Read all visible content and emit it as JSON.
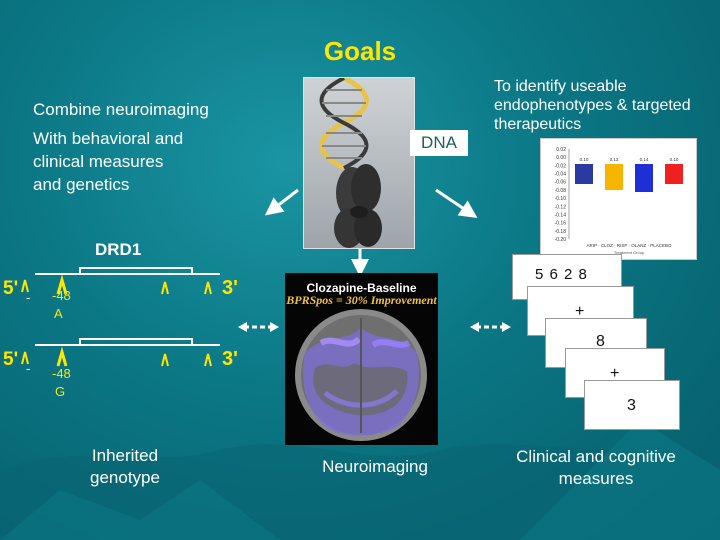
{
  "title": "Goals",
  "left_text": {
    "line1": "Combine neuroimaging",
    "line2": "With behavioral and",
    "line3": "clinical measures",
    "line4": "and genetics"
  },
  "dna_label": "DNA",
  "right_text": {
    "line1": "To identify useable",
    "line2": "endophenotypes & targeted",
    "line3": "therapeutics"
  },
  "gene": {
    "name": "DRD1",
    "allele1": {
      "five_prime": "5'",
      "dash": "-",
      "position": "-48",
      "base": "A",
      "three_prime": "3'"
    },
    "allele2": {
      "five_prime": "5'",
      "dash": "-",
      "position": "-48",
      "base": "G",
      "three_prime": "3'"
    }
  },
  "brain": {
    "title": "Clozapine-Baseline",
    "subtitle": "BPRSpos = 30% Improvement"
  },
  "cards": {
    "card1": "5 6 2 8",
    "card2": "+",
    "card3": "8",
    "card4": "+",
    "card5": "3"
  },
  "mini_chart": {
    "y_ticks": [
      "0.02",
      "0.00",
      "-0.02",
      "-0.04",
      "-0.06",
      "-0.08",
      "-0.10",
      "-0.12",
      "-0.14",
      "-0.16",
      "-0.18",
      "-0.20"
    ],
    "bars": [
      {
        "label": "0.10",
        "value": 0.1,
        "color": "#2a3aa0"
      },
      {
        "label": "0.13",
        "value": 0.13,
        "color": "#f7b500"
      },
      {
        "label": "0.14",
        "value": 0.14,
        "color": "#1f2fd6"
      },
      {
        "label": "0.10",
        "value": 0.1,
        "color": "#ee2020"
      }
    ],
    "x_label": "ARIP · CLOZ · RISP · OLANZ · PLACEBO",
    "x_sub": "Treatment Group"
  },
  "captions": {
    "genotype_line1": "Inherited",
    "genotype_line2": "genotype",
    "imaging": "Neuroimaging",
    "clinical_line1": "Clinical and cognitive",
    "clinical_line2": "measures"
  },
  "colors": {
    "accent": "#ffe600",
    "background": "#0b7684",
    "text": "#ffffff"
  }
}
